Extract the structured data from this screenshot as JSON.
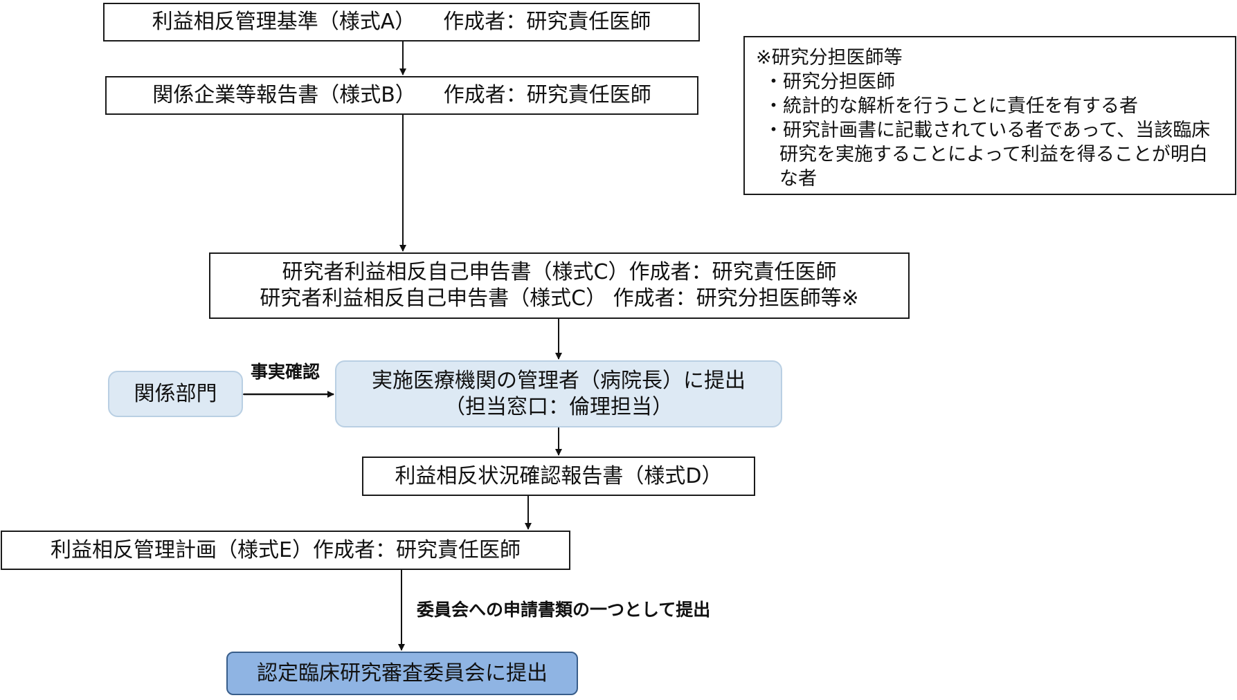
{
  "flow": {
    "box_a": {
      "left": "利益相反管理基準（様式A）",
      "right": "作成者：研究責任医師"
    },
    "box_b": {
      "left": "関係企業等報告書（様式B）",
      "right": "作成者：研究責任医師"
    },
    "box_c": {
      "line1": "研究者利益相反自己申告書（様式C）作成者：研究責任医師",
      "line2": "研究者利益相反自己申告書（様式C） 作成者：研究分担医師等※"
    },
    "related_dept": "関係部門",
    "fact_check_label": "事実確認",
    "submit_box": {
      "line1": "実施医療機関の管理者（病院長）に提出",
      "line2": "（担当窓口：倫理担当）"
    },
    "box_d": "利益相反状況確認報告書（様式D）",
    "box_e": "利益相反管理計画（様式E）作成者：研究責任医師",
    "committee_label": "委員会への申請書類の一つとして提出",
    "final_box": "認定臨床研究審査委員会に提出"
  },
  "note": {
    "title": "※研究分担医師等",
    "items": [
      "研究分担医師",
      "統計的な解析を行うことに責任を有する者",
      "研究計画書に記載されている者であって、当該臨床研究を実施することによって利益を得ることが明白な者"
    ]
  },
  "colors": {
    "box_border": "#1a1a1a",
    "light_box_fill": "#dde9f4",
    "final_box_fill": "#8fb4e3",
    "final_box_border": "#385d8a"
  }
}
